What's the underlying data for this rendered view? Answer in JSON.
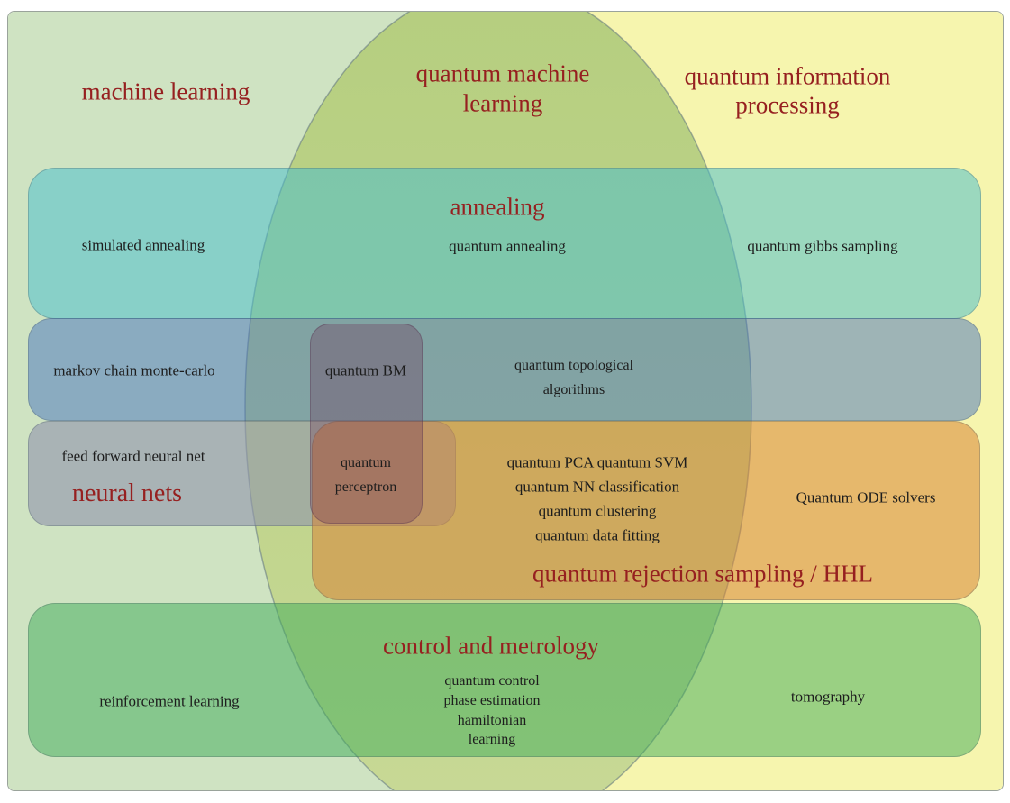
{
  "titles": {
    "machine_learning": "machine learning",
    "qml_line1": "quantum machine",
    "qml_line2": "learning",
    "qip_line1": "quantum information",
    "qip_line2": "processing",
    "annealing": "annealing",
    "neural_nets": "neural nets",
    "hhl": "quantum rejection sampling / HHL",
    "control_metrology": "control and metrology"
  },
  "labels": {
    "simulated_annealing": "simulated annealing",
    "quantum_annealing": "quantum annealing",
    "quantum_gibbs_sampling": "quantum gibbs sampling",
    "markov_chain_monte_carlo": "markov chain monte-carlo",
    "quantum_bm": "quantum BM",
    "topological_line1": "quantum topological",
    "topological_line2": "algorithms",
    "feed_forward_neural_net": "feed forward neural net",
    "perceptron_line1": "quantum",
    "perceptron_line2": "perceptron",
    "pca_line1": "quantum PCA quantum SVM",
    "pca_line2": "quantum NN classification",
    "pca_line3": "quantum clustering",
    "pca_line4": "quantum data fitting",
    "quantum_ode_solvers": "Quantum ODE solvers",
    "reinforcement_learning": "reinforcement learning",
    "control_line1": "quantum control",
    "control_line2": "phase estimation",
    "control_line3": "hamiltonian",
    "control_line4": "learning",
    "tomography": "tomography"
  },
  "colors": {
    "title_red": "#962020",
    "label_black": "#1d1d1d",
    "ml_background": "#cfe3c2",
    "qip_background": "#f6f5ae",
    "qml_ellipse": "#b9d085",
    "annealing_band": "rgba(70,190,205,0.52)",
    "mcmc_band": "rgba(70,115,190,0.50)",
    "neural_band": "rgba(145,150,172,0.62)",
    "hhl_band": "rgba(216,133,55,0.55)",
    "control_band": "rgba(62,172,88,0.50)",
    "boltzmann_column": "rgba(110,55,90,0.34)"
  }
}
